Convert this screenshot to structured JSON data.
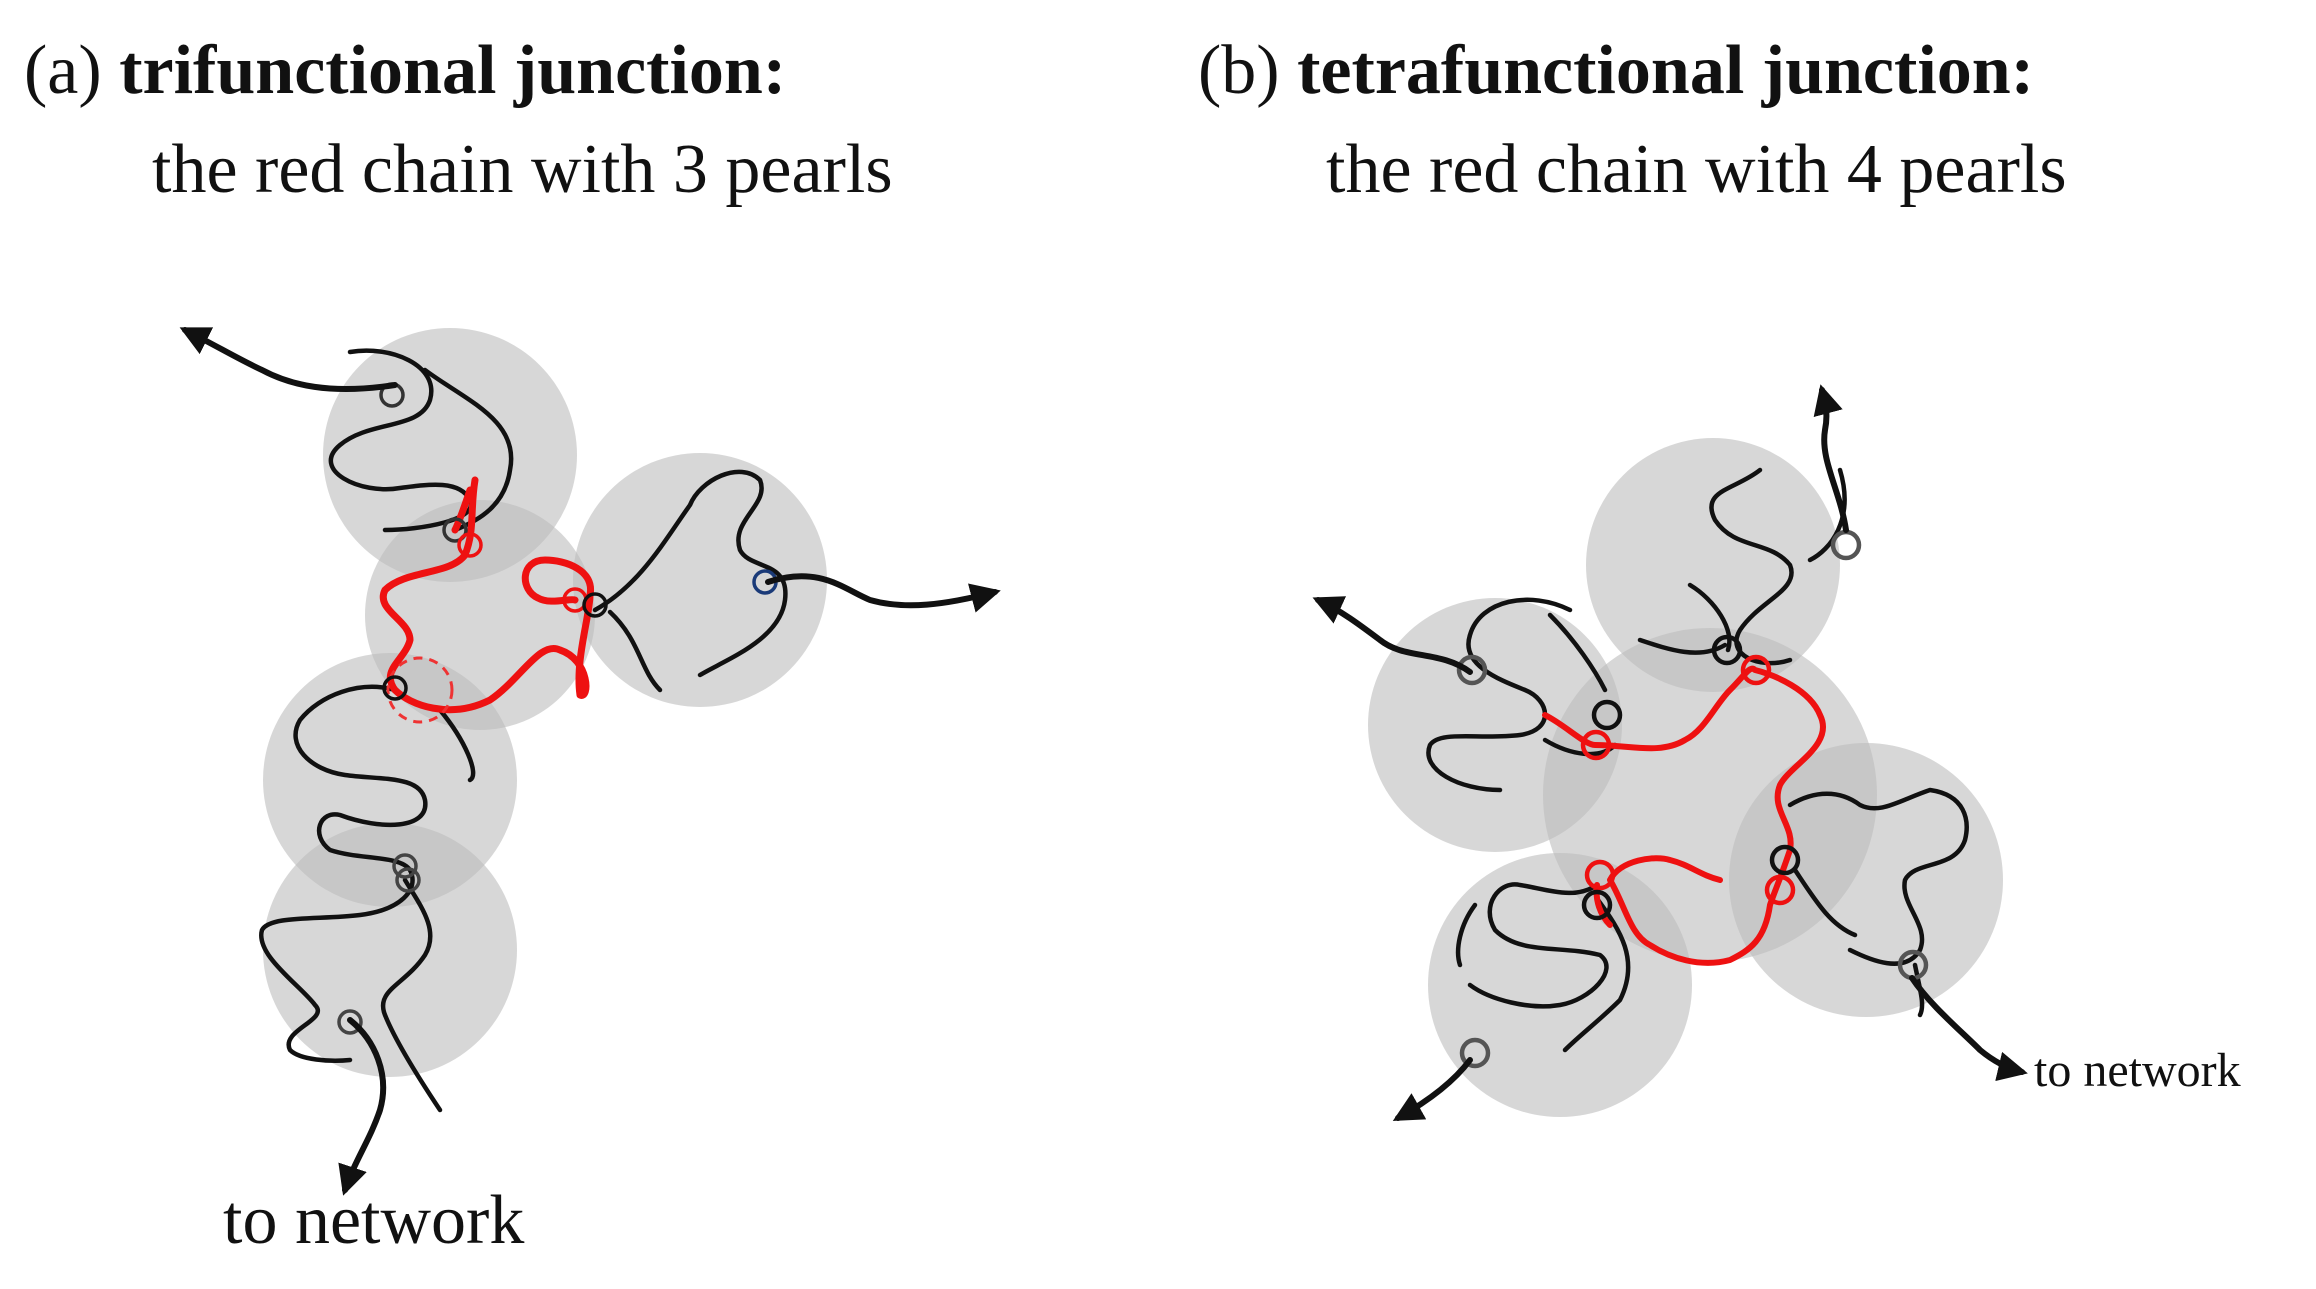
{
  "panels": [
    {
      "id": "a",
      "tag": "(a)",
      "heading": "trifunctional junction:",
      "subtitle": "the red chain with 3 pearls",
      "arrow_label": "to network"
    },
    {
      "id": "b",
      "tag": "(b)",
      "heading": "tetrafunctional junction:",
      "subtitle": "the red chain with 4 pearls",
      "arrow_label": "to network"
    }
  ],
  "colors": {
    "chain": "#111111",
    "junction_chain": "#ee1111",
    "pearl": "#bdbdbd",
    "background": "#ffffff"
  }
}
